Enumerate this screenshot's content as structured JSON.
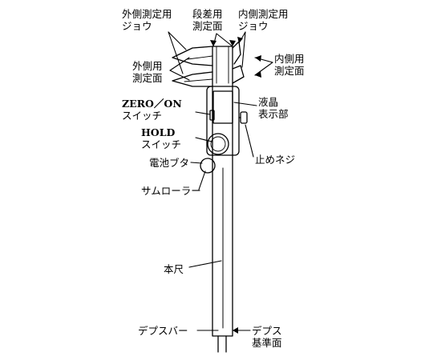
{
  "labels": {
    "outside_jaw": [
      "外側測定用",
      "ジョウ"
    ],
    "step_face": [
      "段差用",
      "測定面"
    ],
    "inside_jaw": [
      "内側測定用",
      "ジョウ"
    ],
    "outside_face": [
      "外側用",
      "測定面"
    ],
    "inside_face": [
      "内側用",
      "測定面"
    ],
    "zero_on": [
      "ZERO／ON",
      "スイッチ"
    ],
    "lcd": [
      "液晶",
      "表示部"
    ],
    "hold": [
      "HOLD",
      "スイッチ"
    ],
    "lock_screw": "止めネジ",
    "battery_cover": "電池ブタ",
    "thumb_roller": "サムローラー",
    "main_scale": "本尺",
    "depth_bar": "デプスバー",
    "depth_ref": [
      "デプス",
      "基準面"
    ]
  },
  "colors": {
    "line": "#000000",
    "background": "#ffffff"
  }
}
